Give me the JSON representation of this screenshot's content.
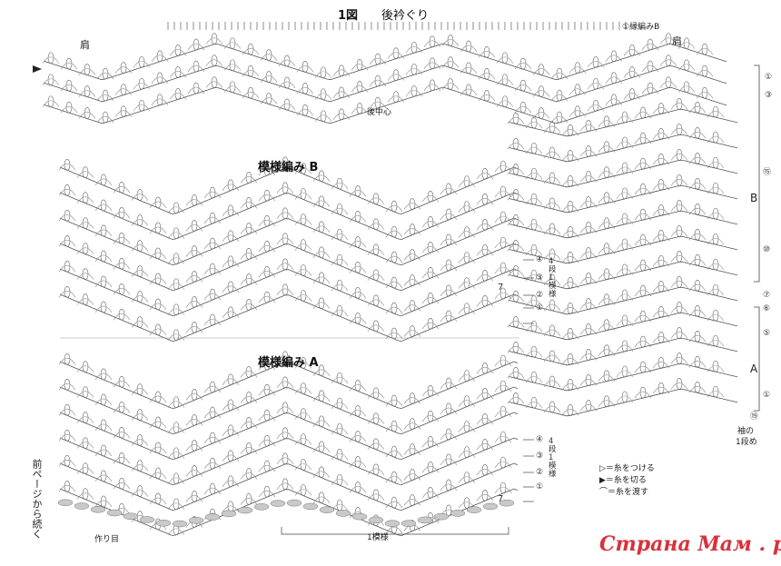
{
  "figure": {
    "title": "1図",
    "neckline_title": "後衿ぐり",
    "shoulder_left": "肩",
    "shoulder_right": "肩",
    "back_center": "後中心",
    "neck_edging_label": "①縁編みB",
    "pattern_b_title": "模様編み B",
    "pattern_a_title": "模様編み A",
    "one_repeat": "1模様",
    "foundation": "作り目",
    "continue_note": "前ページから続く",
    "sleeve_note_line1": "袖の",
    "sleeve_note_line2": "1段め",
    "section_b": "B",
    "section_a": "A"
  },
  "pattern_b_rows": [
    "④",
    "③",
    "②",
    "①"
  ],
  "pattern_b_side_label": "4段1模様",
  "pattern_b_side_chars": [
    "4",
    "段",
    "1",
    "模",
    "様"
  ],
  "pattern_a_rows": [
    "④",
    "③",
    "②",
    "①"
  ],
  "pattern_a_side_chars": [
    "4",
    "段",
    "1",
    "模",
    "様"
  ],
  "right_column_rows": [
    "①",
    "③",
    "⑮",
    "⑩",
    "⑦",
    "⑥",
    "⑤",
    "①",
    "⑲"
  ],
  "chart_number_7": "7",
  "legend": [
    {
      "symbol": "▷",
      "text": "＝糸をつける"
    },
    {
      "symbol": "▶",
      "text": "＝糸を切る"
    },
    {
      "symbol": "⌒",
      "text": "＝糸を渡す"
    }
  ],
  "brand": "Страна Мам . ру"
}
